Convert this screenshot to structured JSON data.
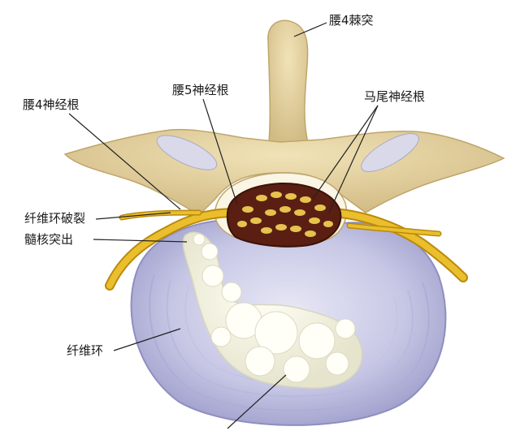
{
  "labels": {
    "l4_spinous": "腰4棘突",
    "l4_root": "腰4神经根",
    "l5_root": "腰5神经根",
    "cauda": "马尾神经根",
    "annulus_tear": "纤维环破裂",
    "nucleus_prolapse": "髓核突出",
    "annulus": "纤维环"
  },
  "colors": {
    "bone": "#E8D7A8",
    "bone_shade": "#C9B27A",
    "nerve": "#E6B21C",
    "nerve_dark": "#B98A0A",
    "dura": "#5A1F12",
    "disc": "#C9C9E6",
    "disc_ring": "#A9A9D2",
    "nucleus": "#F4F3E4"
  }
}
